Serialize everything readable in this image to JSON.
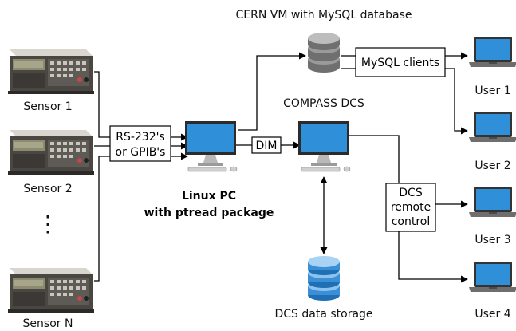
{
  "labels": {
    "cern_vm": "CERN VM with MySQL database",
    "compass_dcs": "COMPASS DCS",
    "linux_pc_line1": "Linux PC",
    "linux_pc_line2": "with ptread package",
    "dcs_data_storage": "DCS data storage",
    "ellipsis": "⋮"
  },
  "sensors": [
    "Sensor 1",
    "Sensor 2",
    "Sensor N"
  ],
  "users": [
    "User 1",
    "User 2",
    "User 3",
    "User 4"
  ],
  "boxes": {
    "rs232_line1": "RS-232's",
    "rs232_line2": "or GPIB's",
    "dim": "DIM",
    "mysql_clients": "MySQL clients",
    "dcs_remote_line1": "DCS",
    "dcs_remote_line2": "remote",
    "dcs_remote_line3": "control"
  },
  "icons": {
    "sensor": "multimeter-icon",
    "pc": "desktop-computer-icon",
    "database": "database-icon",
    "laptop": "laptop-icon"
  },
  "colors": {
    "monitor_blue": "#2f8fd8",
    "database_grey": "#7a7a7a",
    "storage_blue": "#3a8fd6",
    "line": "#000000"
  }
}
